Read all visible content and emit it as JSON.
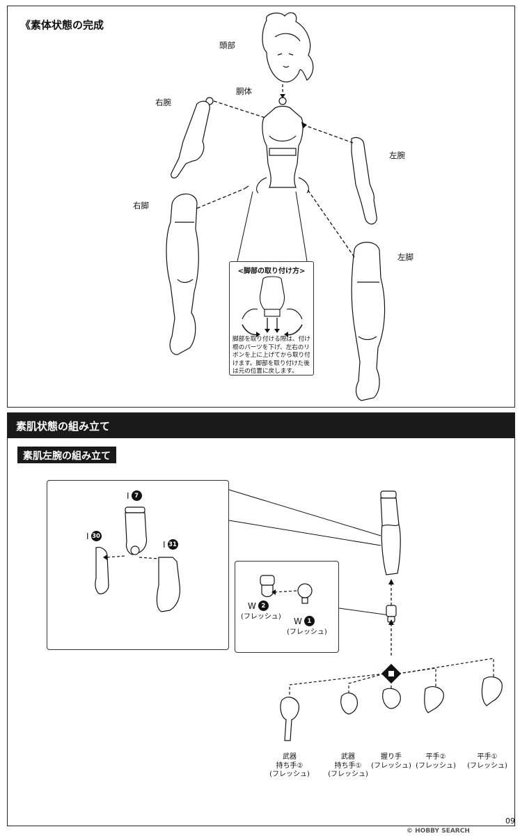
{
  "top_section": {
    "title": "《素体状態の完成",
    "labels": {
      "head": "頭部",
      "torso": "胴体",
      "right_arm": "右腕",
      "left_arm": "左腕",
      "right_leg": "右脚",
      "left_leg": "左脚"
    },
    "inset": {
      "title": "<脚部の取り付け方>",
      "description": "脚部を取り付ける際は、付け根のパーツを下げ、左右のリボンを上に上げてから取り付けます。脚部を取り付けた後は元の位置に戻します。"
    }
  },
  "bottom_section": {
    "header": "素肌状態の組み立て",
    "subheader": "素肌左腕の組み立て",
    "parts": {
      "p7": {
        "prefix": "I",
        "num": "7"
      },
      "p30": {
        "prefix": "I",
        "num": "30"
      },
      "p31": {
        "prefix": "I",
        "num": "31"
      },
      "w2": {
        "prefix": "W",
        "num": "2",
        "caption": "(フレッシュ)"
      },
      "w1": {
        "prefix": "W",
        "num": "1",
        "caption": "(フレッシュ)"
      }
    },
    "hands": [
      {
        "line1": "武器",
        "line2": "持ち手②",
        "line3": "(フレッシュ)"
      },
      {
        "line1": "武器",
        "line2": "持ち手①",
        "line3": "(フレッシュ)"
      },
      {
        "line1": "",
        "line2": "握り手",
        "line3": "(フレッシュ)"
      },
      {
        "line1": "",
        "line2": "平手②",
        "line3": "(フレッシュ)"
      },
      {
        "line1": "",
        "line2": "平手①",
        "line3": "(フレッシュ)"
      }
    ],
    "choice_icon": "choice-diamond-icon"
  },
  "footer": {
    "page_number": "09",
    "watermark": "© HOBBY SEARCH"
  },
  "colors": {
    "ink": "#111111",
    "header_bg": "#1a1a1a",
    "header_fg": "#ffffff"
  }
}
